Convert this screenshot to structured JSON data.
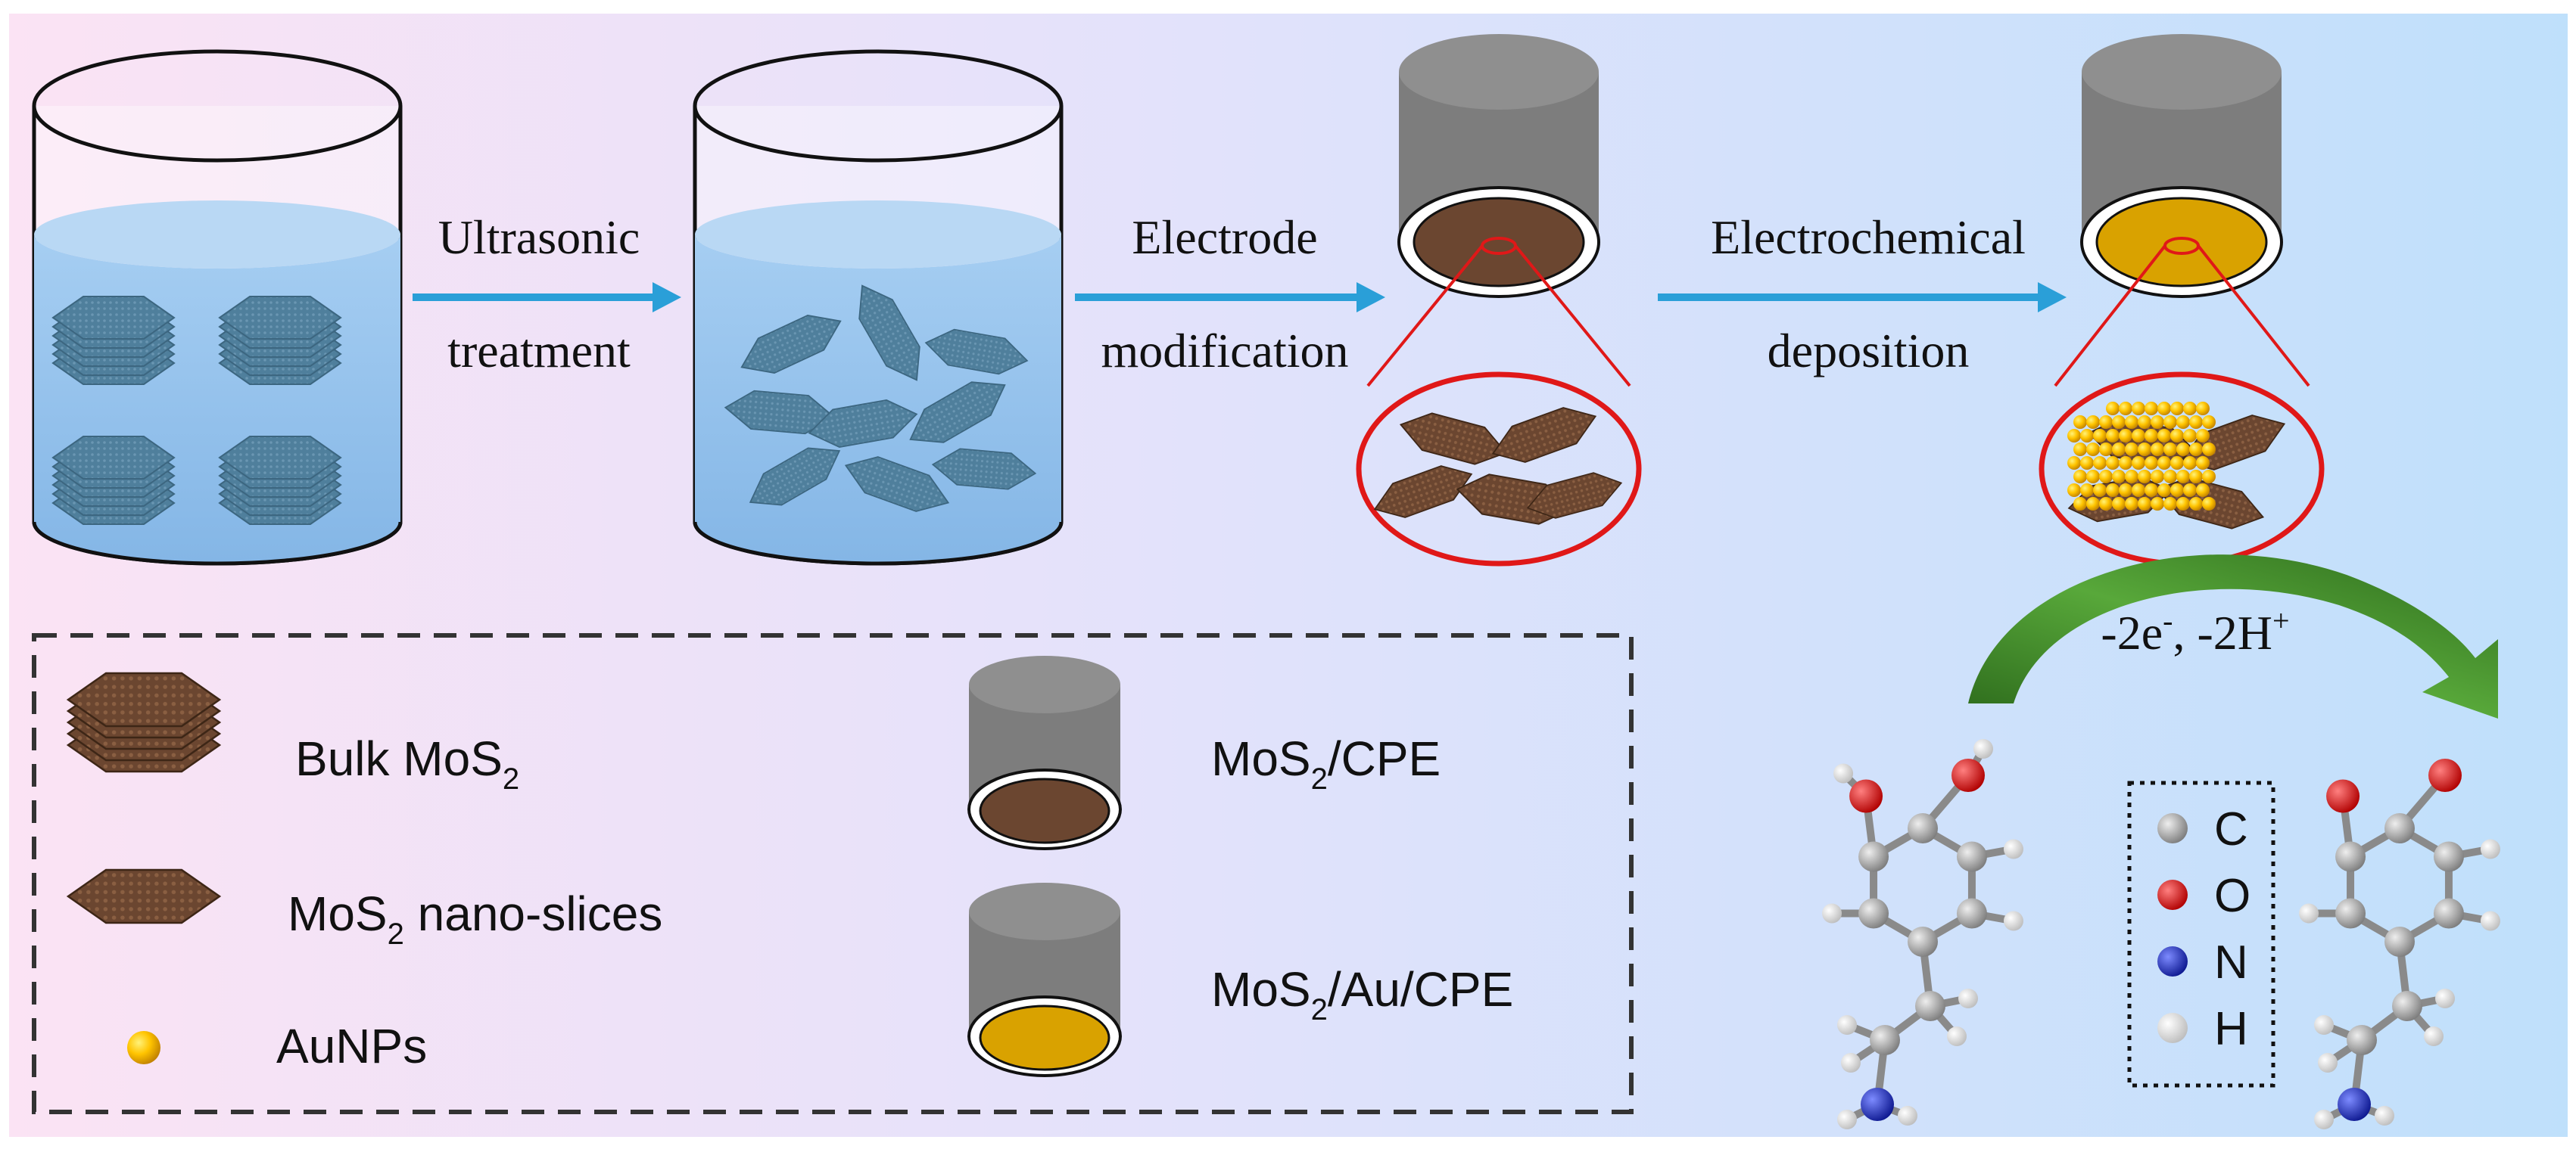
{
  "steps": [
    {
      "line1": "Ultrasonic",
      "line2": "treatment"
    },
    {
      "line1": "Electrode",
      "line2": "modification"
    },
    {
      "line1": "Electrochemical",
      "line2": "deposition"
    }
  ],
  "reaction": {
    "text": "-2e",
    "sup1": "-",
    "mid": ", -2H",
    "sup2": "+"
  },
  "legend": {
    "bulk": {
      "pre": "Bulk MoS",
      "sub": "2"
    },
    "nano": {
      "pre": "MoS",
      "sub": "2",
      "post": " nano-slices"
    },
    "aunps": "AuNPs",
    "cpe": {
      "pre": "MoS",
      "sub": "2",
      "post": "/CPE"
    },
    "aucpe": {
      "pre": "MoS",
      "sub": "2",
      "post": "/Au/CPE"
    }
  },
  "atoms": [
    {
      "symbol": "C",
      "color": "#9a9a9a"
    },
    {
      "symbol": "O",
      "color": "#dd1010"
    },
    {
      "symbol": "N",
      "color": "#1a2ad0"
    },
    {
      "symbol": "H",
      "color": "#f2f2f2"
    }
  ],
  "colors": {
    "arrow": "#2a9fd8",
    "liquid": "#8fc0ec",
    "flake": "#4f7f9c",
    "mos2": "#6b4630",
    "gold": "#d9a200",
    "ring": "#e01818",
    "green": "#3f8a2a"
  }
}
